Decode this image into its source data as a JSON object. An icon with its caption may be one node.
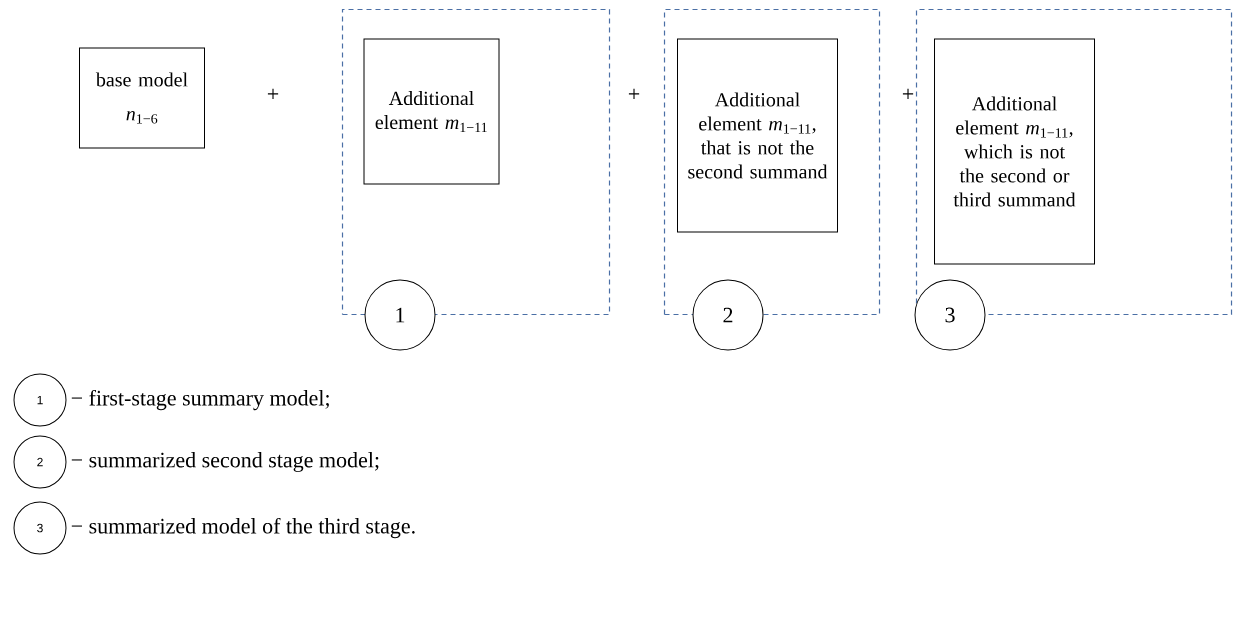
{
  "diagram": {
    "nodes": [
      {
        "text": [
          "base model",
          "*n*$_{1−6}$"
        ]
      },
      {
        "text": [],
        "shape": "box"
      },
      {
        "text": [
          "Additional element *m*$_{1−11}$"
        ],
        "in": 1
      },
      {
        "text": [
          "1"
        ]
      },
      {
        "text": [],
        "shape": "box"
      },
      {
        "text": [
          "Additional element *m*$_{1−11}$, that is not the second summand"
        ],
        "in": 4
      },
      {
        "text": [
          "2"
        ]
      },
      {
        "text": [],
        "shape": "box"
      },
      {
        "text": [
          "Additional element *m*$_{1−11}$, which is not the second or third summand"
        ],
        "in": 7
      },
      {
        "text": [
          "3"
        ]
      },
      {
        "text": [
          "1"
        ],
        "beside": [
          "− first-stage summary model;"
        ]
      },
      {
        "text": [
          "2"
        ],
        "beside": [
          "− summarized second stage model;"
        ]
      },
      {
        "text": [
          "3"
        ],
        "beside": [
          "− summarized model of the third stage."
        ]
      }
    ],
    "labels": [
      "+",
      "+",
      "+"
    ]
  }
}
